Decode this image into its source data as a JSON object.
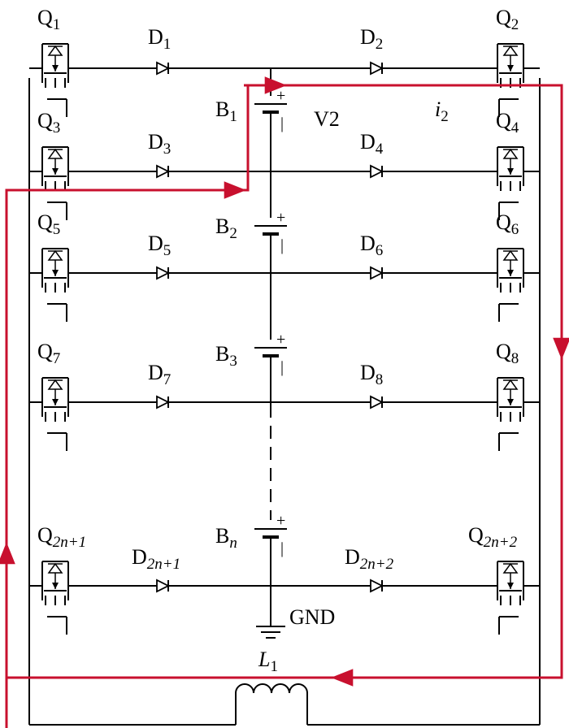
{
  "colors": {
    "wire": "#000000",
    "current_path": "#c8102e",
    "background": "#ffffff"
  },
  "switches": {
    "Q1": {
      "main": "Q",
      "sub": "1"
    },
    "Q2": {
      "main": "Q",
      "sub": "2"
    },
    "Q3": {
      "main": "Q",
      "sub": "3"
    },
    "Q4": {
      "main": "Q",
      "sub": "4"
    },
    "Q5": {
      "main": "Q",
      "sub": "5"
    },
    "Q6": {
      "main": "Q",
      "sub": "6"
    },
    "Q7": {
      "main": "Q",
      "sub": "7"
    },
    "Q8": {
      "main": "Q",
      "sub": "8"
    },
    "Qa": {
      "main": "Q",
      "sub": "2n+1"
    },
    "Qb": {
      "main": "Q",
      "sub": "2n+2"
    }
  },
  "diodes": {
    "D1": {
      "main": "D",
      "sub": "1"
    },
    "D2": {
      "main": "D",
      "sub": "2"
    },
    "D3": {
      "main": "D",
      "sub": "3"
    },
    "D4": {
      "main": "D",
      "sub": "4"
    },
    "D5": {
      "main": "D",
      "sub": "5"
    },
    "D6": {
      "main": "D",
      "sub": "6"
    },
    "D7": {
      "main": "D",
      "sub": "7"
    },
    "D8": {
      "main": "D",
      "sub": "8"
    },
    "Da": {
      "main": "D",
      "sub": "2n+1"
    },
    "Db": {
      "main": "D",
      "sub": "2n+2"
    }
  },
  "batteries": {
    "B1": {
      "main": "B",
      "sub": "1"
    },
    "B2": {
      "main": "B",
      "sub": "2"
    },
    "B3": {
      "main": "B",
      "sub": "3"
    },
    "Bn": {
      "main": "B",
      "sub": "n"
    }
  },
  "battery_plus": "+",
  "battery_minus": "|",
  "inductor": {
    "main": "L",
    "sub": "1"
  },
  "labels": {
    "v2": "V2",
    "gnd": "GND",
    "current": {
      "main": "i",
      "sub": "2"
    }
  }
}
